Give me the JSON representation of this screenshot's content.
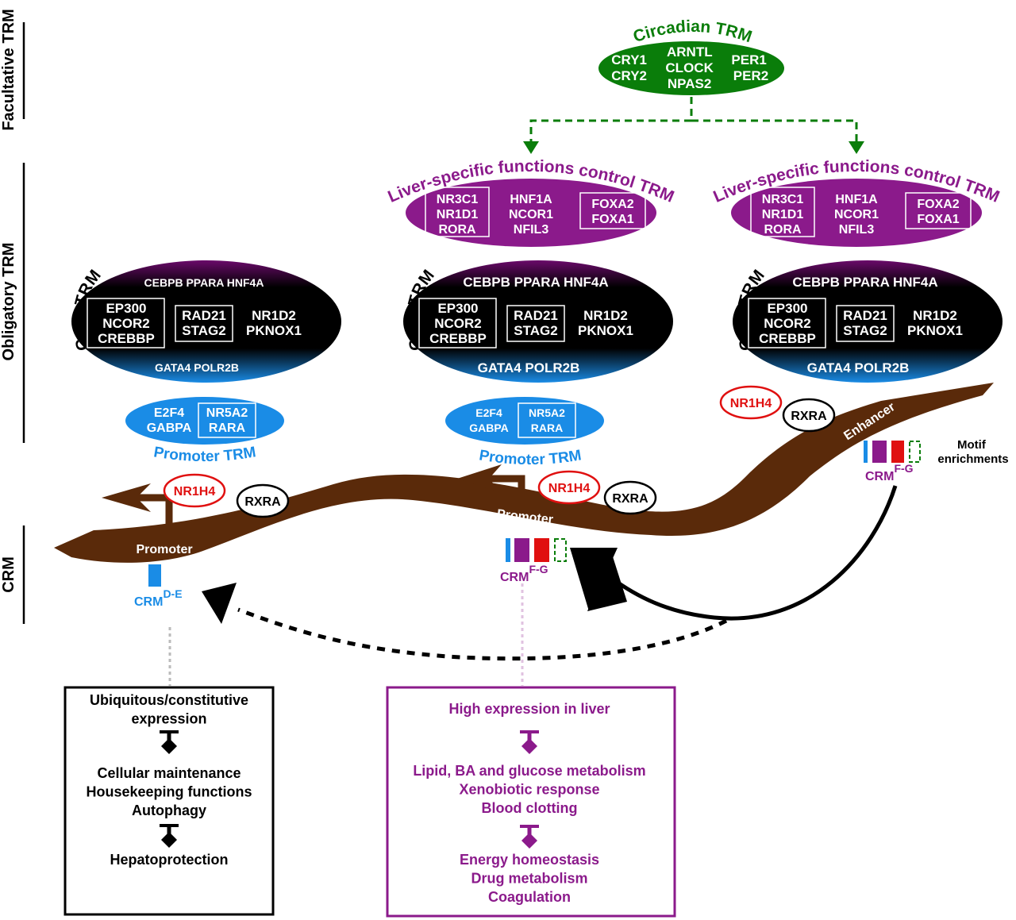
{
  "colors": {
    "green": "#0a7d0a",
    "purple": "#8b1a8b",
    "blue": "#1a8ce6",
    "brown": "#5a2a0a",
    "red": "#e01010",
    "black": "#000000"
  },
  "side_labels": {
    "facultative": "Facultative TRM",
    "obligatory": "Obligatory TRM",
    "crm": "CRM"
  },
  "circadian": {
    "title": "Circadian TRM",
    "left": [
      "CRY1",
      "CRY2"
    ],
    "center": [
      "ARNTL",
      "CLOCK",
      "NPAS2"
    ],
    "right": [
      "PER1",
      "PER2"
    ]
  },
  "liver": {
    "title": "Liver-specific functions control TRM",
    "box_left": [
      "NR3C1",
      "NR1D1",
      "RORA"
    ],
    "center": [
      "HNF1A",
      "NCOR1",
      "NFIL3"
    ],
    "box_right": [
      "FOXA2",
      "FOXA1"
    ]
  },
  "core": {
    "title": "Core TRM",
    "top": "CEBPB  PPARA  HNF4A",
    "box_left": [
      "EP300",
      "NCOR2",
      "CREBBP"
    ],
    "box_mid": [
      "RAD21",
      "STAG2"
    ],
    "right": [
      "NR1D2",
      "PKNOX1"
    ],
    "bottom": "GATA4  POLR2B"
  },
  "promoter_trm": {
    "title": "Promoter TRM",
    "left": [
      "E2F4",
      "GABPA"
    ],
    "box": [
      "NR5A2",
      "RARA"
    ]
  },
  "factors": {
    "nr1h4": "NR1H4",
    "rxra": "RXRA"
  },
  "dna": {
    "promoter": "Promoter",
    "enhancer": "Enhancer"
  },
  "crm": {
    "label": "CRM",
    "de": "D-E",
    "fg": "F-G",
    "motif": [
      "Motif",
      "enrichments"
    ]
  },
  "box_left": {
    "lines1": [
      "Ubiquitous/constitutive",
      "expression"
    ],
    "lines2": [
      "Cellular maintenance",
      "Housekeeping functions",
      "Autophagy"
    ],
    "lines3": [
      "Hepatoprotection"
    ]
  },
  "box_right": {
    "lines1": [
      "High expression in liver"
    ],
    "lines2": [
      "Lipid, BA and glucose metabolism",
      "Xenobiotic response",
      "Blood clotting"
    ],
    "lines3": [
      "Energy homeostasis",
      "Drug metabolism",
      "Coagulation"
    ]
  }
}
